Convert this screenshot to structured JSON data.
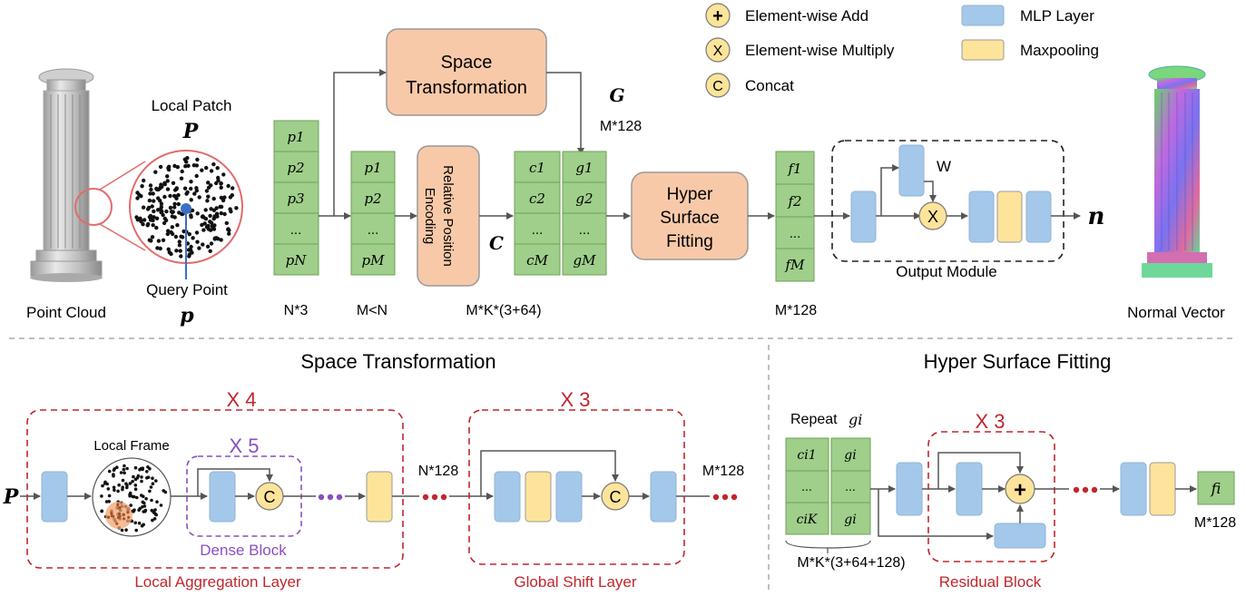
{
  "legend": {
    "add": "Element-wise Add",
    "multiply": "Element-wise Multiply",
    "concat": "Concat",
    "mlp": "MLP Layer",
    "maxpool": "Maxpooling",
    "add_symbol": "+",
    "multiply_symbol": "X",
    "concat_symbol": "C"
  },
  "top": {
    "point_cloud": "Point Cloud",
    "local_patch": "Local Patch",
    "patch_symbol": "P",
    "query_point": "Query Point",
    "query_symbol": "p",
    "normal_vector": "Normal Vector",
    "space_transformation": [
      "Space",
      "Transformation"
    ],
    "rel_pos_encoding": [
      "Relative Position",
      "Encoding"
    ],
    "hyper_surface": [
      "Hyper",
      "Surface",
      "Fitting"
    ],
    "output_module": "Output Module",
    "g_symbol": "G",
    "c_symbol": "C",
    "n_symbol": "n",
    "w_label": "W",
    "dim_g": "M*128",
    "col1": [
      "p1",
      "p2",
      "p3",
      "...",
      "pN"
    ],
    "col2": [
      "p1",
      "p2",
      "...",
      "pM"
    ],
    "col3": [
      "c1",
      "c2",
      "...",
      "cM"
    ],
    "col4": [
      "g1",
      "g2",
      "...",
      "gM"
    ],
    "col5": [
      "f1",
      "f2",
      "...",
      "fM"
    ],
    "dim1": "N*3",
    "dim2": "M<N",
    "dim3": "M*K*(3+64)",
    "dim5": "M*128"
  },
  "bottom_left": {
    "title": "Space Transformation",
    "x4": "X 4",
    "x5": "X 5",
    "x3": "X 3",
    "local_frame": "Local Frame",
    "dense_block": "Dense Block",
    "local_agg": "Local Aggregation Layer",
    "global_shift": "Global Shift Layer",
    "p_symbol": "P",
    "dim_a": "N*128",
    "dim_b": "M*128",
    "concat_symbol": "C"
  },
  "bottom_right": {
    "title": "Hyper Surface Fitting",
    "repeat": "Repeat",
    "repeat_symbol": "gi",
    "x3": "X 3",
    "residual": "Residual Block",
    "col_c": [
      "ci1",
      "...",
      "ciK"
    ],
    "col_g": [
      "gi",
      "...",
      "gi"
    ],
    "dim_in": "M*K*(3+64+128)",
    "fi": "fi",
    "dim_out": "M*128",
    "add_symbol": "+"
  },
  "colors": {
    "green": "#9fcf8a",
    "green_stroke": "#6da055",
    "blue": "#a4c8ea",
    "yellow": "#fde49a",
    "orange": "#f8c9a8",
    "red_dashed": "#c0262d",
    "purple_dashed": "#8a4fbf"
  }
}
